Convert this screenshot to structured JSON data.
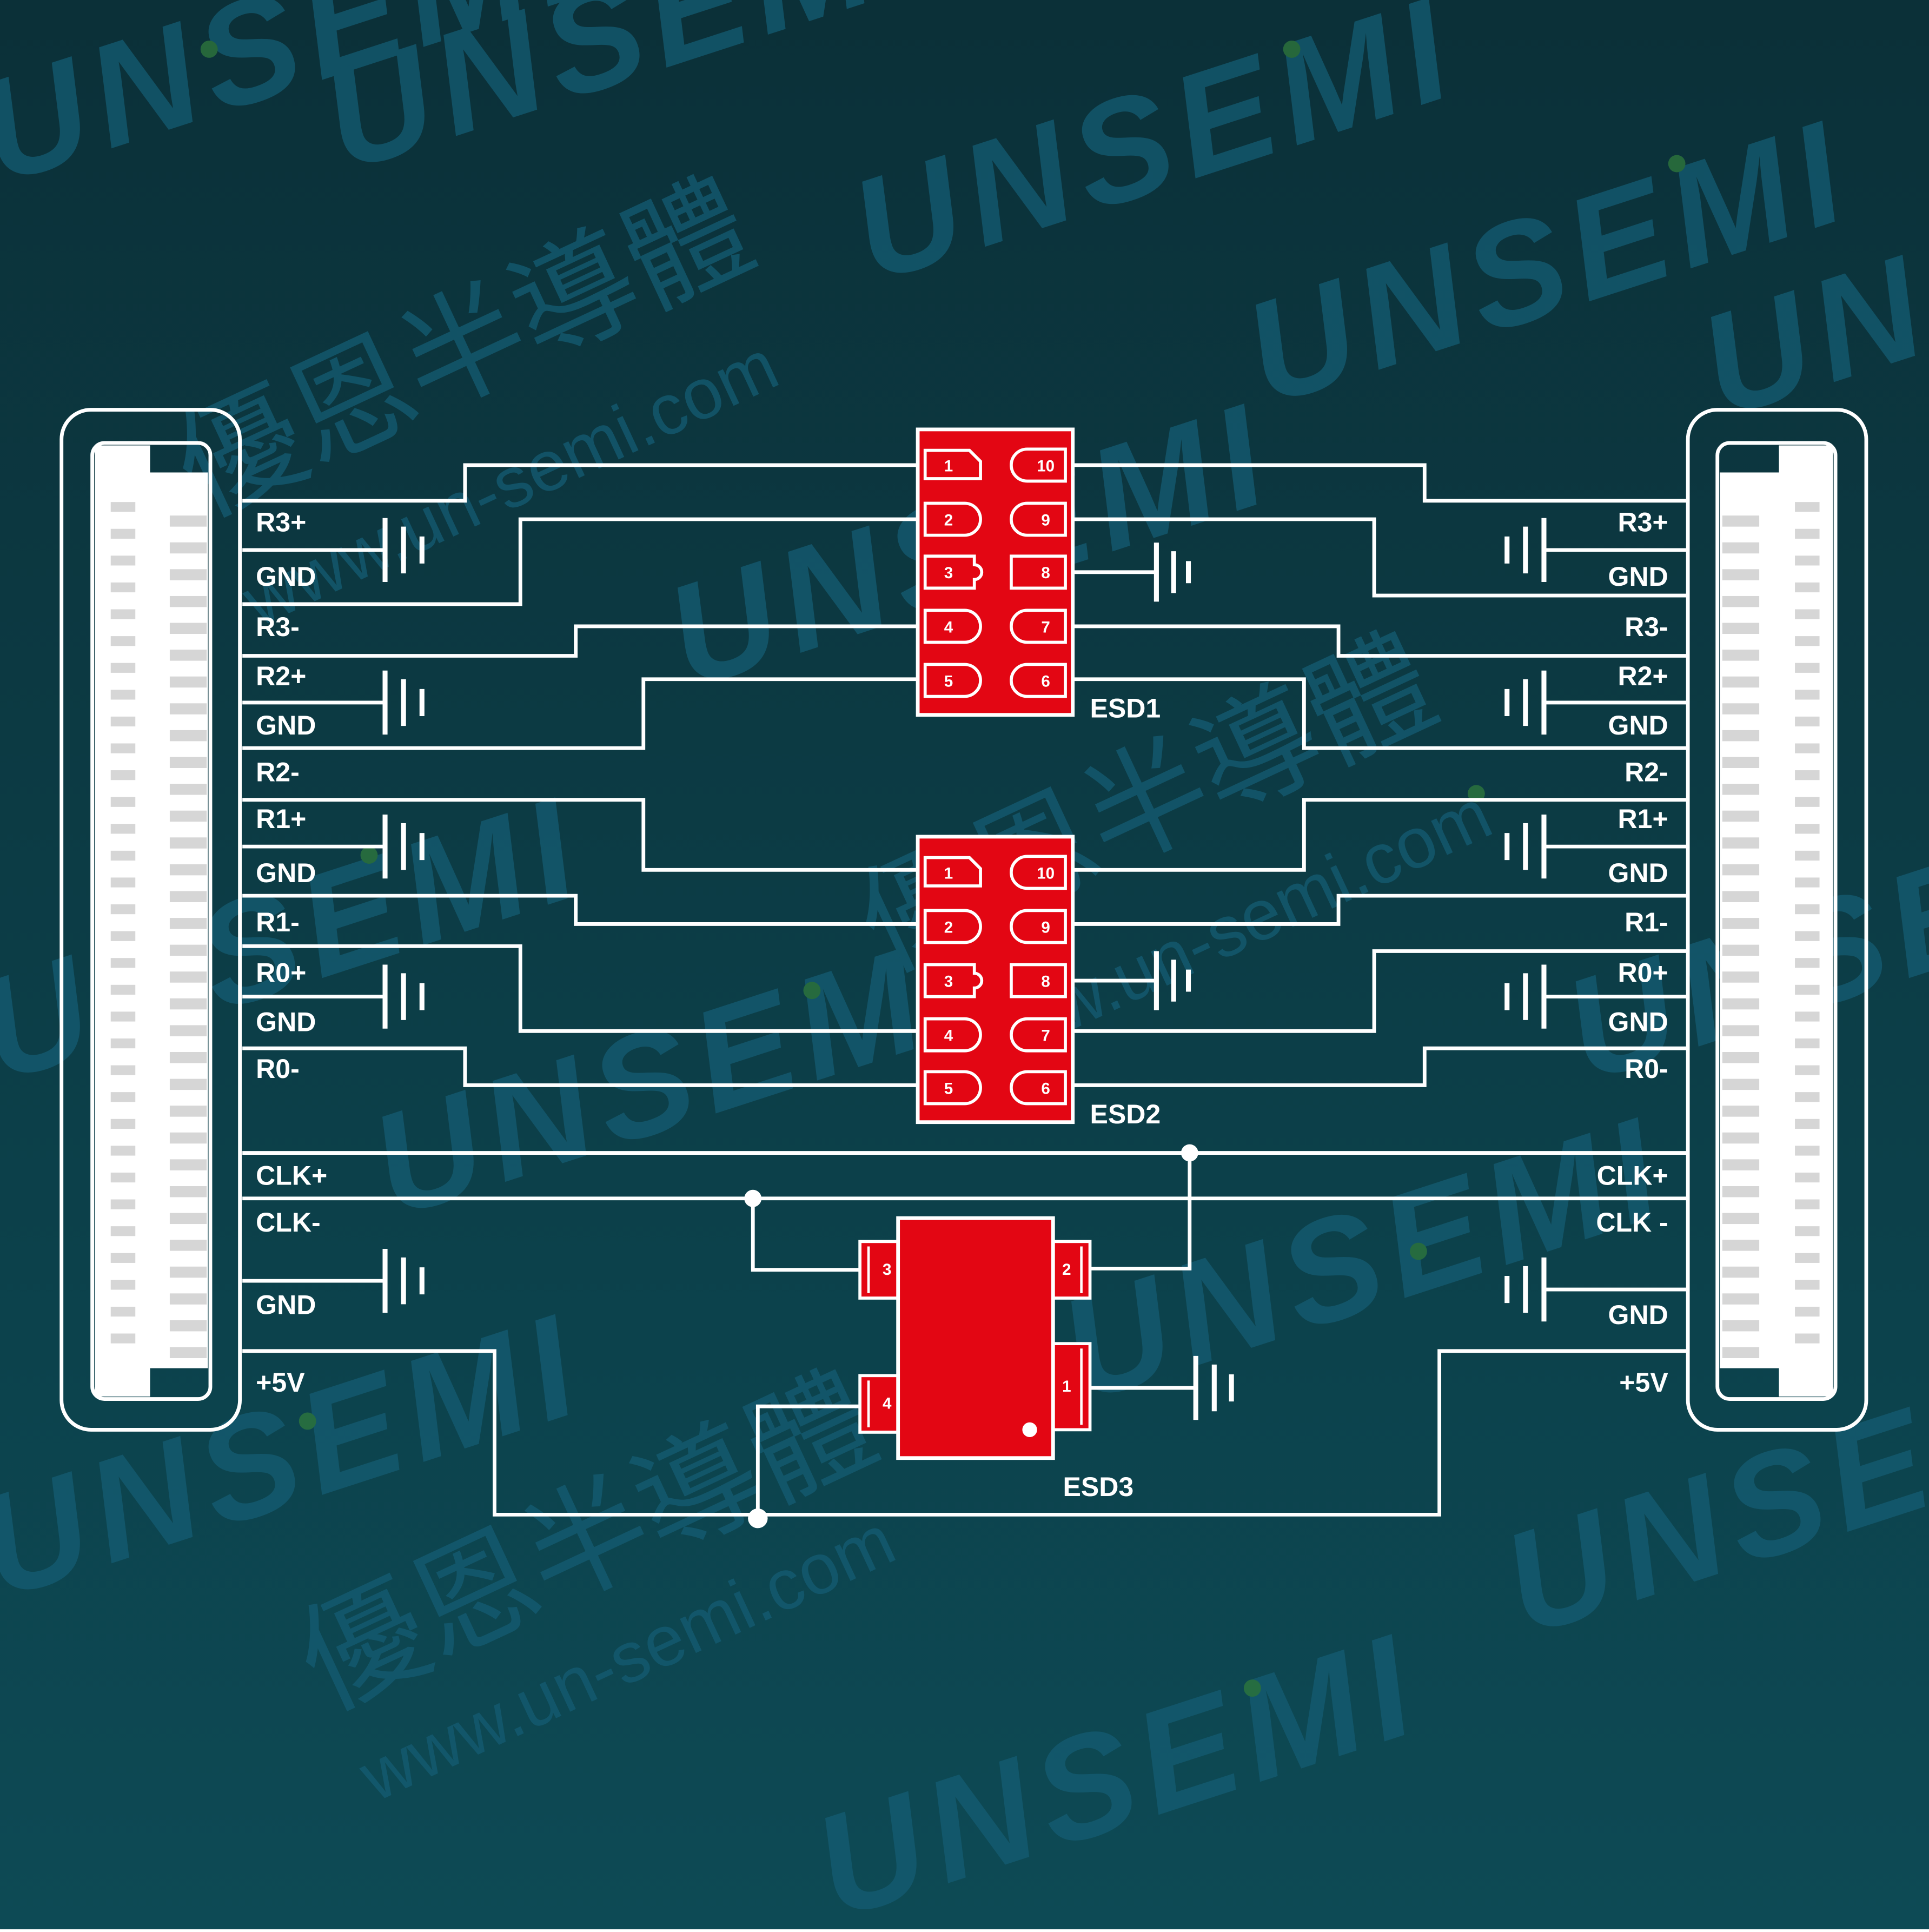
{
  "colors": {
    "background_top": "#0b3038",
    "background_bottom": "#0d4a55",
    "wire": "#ffffff",
    "chip": "#e30613",
    "chip_text": "#ffffff",
    "watermark": "#145c73",
    "watermark_dot": "#2f7a3c",
    "connector_teeth": "#d6d6d6"
  },
  "watermark": {
    "brand": "UNSEMI",
    "chinese": "優恩半導體",
    "url": "www.un-semi.com"
  },
  "left_labels": {
    "r3p": "R3+",
    "gnd1": "GND",
    "r3m": "R3-",
    "r2p": "R2+",
    "gnd2": "GND",
    "r2m": "R2-",
    "r1p": "R1+",
    "gnd3": "GND",
    "r1m": "R1-",
    "r0p": "R0+",
    "gnd4": "GND",
    "r0m": "R0-",
    "clkp": "CLK+",
    "clkm": "CLK-",
    "gnd5": "GND",
    "v5": "+5V"
  },
  "right_labels": {
    "r3p": "R3+",
    "gnd1": "GND",
    "r3m": "R3-",
    "r2p": "R2+",
    "gnd2": "GND",
    "r2m": "R2-",
    "r1p": "R1+",
    "gnd3": "GND",
    "r1m": "R1-",
    "r0p": "R0+",
    "gnd4": "GND",
    "r0m": "R0-",
    "clkp": "CLK+",
    "clkm": "CLK -",
    "gnd5": "GND",
    "v5": "+5V"
  },
  "esd1": {
    "name": "ESD1",
    "pins": {
      "p1": "1",
      "p2": "2",
      "p3": "3",
      "p4": "4",
      "p5": "5",
      "p6": "6",
      "p7": "7",
      "p8": "8",
      "p9": "9",
      "p10": "10"
    }
  },
  "esd2": {
    "name": "ESD2",
    "pins": {
      "p1": "1",
      "p2": "2",
      "p3": "3",
      "p4": "4",
      "p5": "5",
      "p6": "6",
      "p7": "7",
      "p8": "8",
      "p9": "9",
      "p10": "10"
    }
  },
  "esd3": {
    "name": "ESD3",
    "pins": {
      "p1": "1",
      "p2": "2",
      "p3": "3",
      "p4": "4"
    }
  }
}
